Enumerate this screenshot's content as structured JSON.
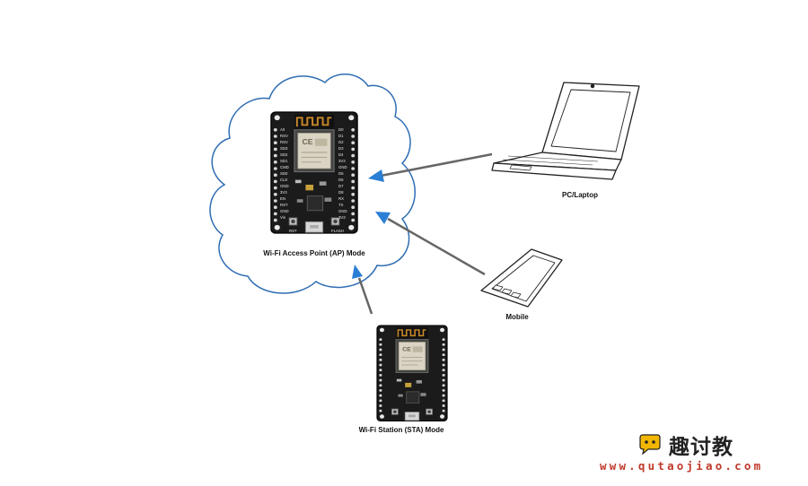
{
  "labels": {
    "ap_mode": "Wi-Fi Access Point (AP) Mode",
    "sta_mode": "Wi-Fi Station (STA) Mode",
    "pc": "PC/Laptop",
    "mobile": "Mobile"
  },
  "board": {
    "left_pins": [
      "A0",
      "RSV",
      "RSV",
      "SD3",
      "SD2",
      "SD1",
      "CMD",
      "SD0",
      "CLK",
      "GND",
      "3V3",
      "EN",
      "RST",
      "GND",
      "Vin"
    ],
    "right_pins": [
      "D0",
      "D1",
      "D2",
      "D3",
      "D4",
      "3V3",
      "GND",
      "D5",
      "D6",
      "D7",
      "D8",
      "RX",
      "TX",
      "GND",
      "3V3"
    ],
    "button_left": "RST",
    "button_right": "FLASH"
  },
  "watermark": {
    "name": "趣讨教",
    "url": "www.qutaojiao.com"
  },
  "colors": {
    "cloud_stroke": "#2f6db3",
    "arrow_line": "#666666",
    "arrow_head": "#2a7fd4",
    "board_pcb": "#1b1b1b",
    "antenna": "#c98a2a",
    "url_red": "#c0392b"
  }
}
